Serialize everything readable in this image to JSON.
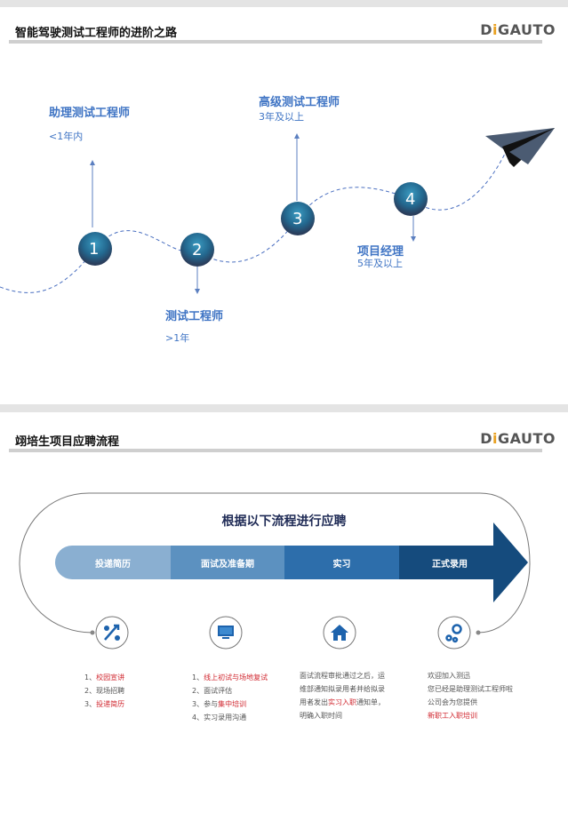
{
  "slide1": {
    "title": "智能驾驶测试工程师的进阶之路",
    "logo": {
      "part1": "D",
      "part2": "i",
      "part3": "GAUTO"
    },
    "steps": [
      {
        "number": "1",
        "role": "助理测试工程师",
        "years": "<1年内"
      },
      {
        "number": "2",
        "role": "测试工程师",
        "years": ">1年"
      },
      {
        "number": "3",
        "role": "高级测试工程师",
        "years": "3年及以上"
      },
      {
        "number": "4",
        "role": "项目经理",
        "years": "5年及以上"
      }
    ]
  },
  "slide2": {
    "title": "翊培生项目应聘流程",
    "logo": {
      "part1": "D",
      "part2": "i",
      "part3": "GAUTO"
    },
    "heading": "根据以下流程进行应聘",
    "stages": [
      "投递简历",
      "面试及准备期",
      "实习",
      "正式录用"
    ],
    "colors": [
      "#8aafd1",
      "#5c91c0",
      "#2d6eab",
      "#154b7d"
    ],
    "col1": {
      "l1a": "1、",
      "l1b": "校园宣讲",
      "l2": "2、现场招聘",
      "l3a": "3、",
      "l3b": "投递简历"
    },
    "col2": {
      "l1a": "1、",
      "l1b": "线上初试与场地复试",
      "l2": "2、面试评估",
      "l3a": "3、参与",
      "l3b": "集中培训",
      "l4": "4、实习录用沟通"
    },
    "col3": {
      "l1": "面试流程审批通过之后，运",
      "l2": "维部通知拟录用者并给拟录",
      "l3a": "用者发出",
      "l3b": "实习入职",
      "l3c": "通知单，",
      "l4": "明确入职时间"
    },
    "col4": {
      "l1": "欢迎加入测迅",
      "l2": "您已经是助理测试工程师啦",
      "l3": "公司会为您提供",
      "l4": "新职工入职培训"
    }
  }
}
